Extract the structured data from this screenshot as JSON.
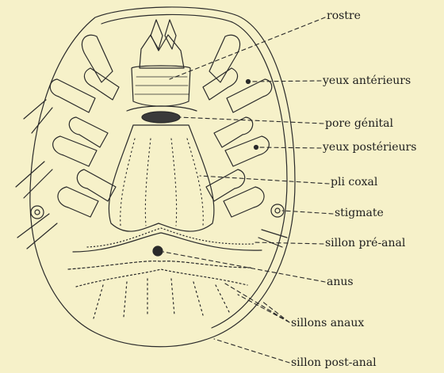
{
  "labels": {
    "rostre": "rostre",
    "yeux_anterieurs": "yeux antérieurs",
    "pore_genital": "pore génital",
    "yeux_posterieurs": "yeux postérieurs",
    "pli_coxal": "pli coxal",
    "stigmate": "stigmate",
    "sillon_pre_anal": "sillon pré-anal",
    "anus": "anus",
    "sillons_anaux": "sillons anaux",
    "sillon_post_anal": "sillon post-anal"
  },
  "colors": {
    "background": "#f6f1c9",
    "ink": "#2a2a2a"
  }
}
